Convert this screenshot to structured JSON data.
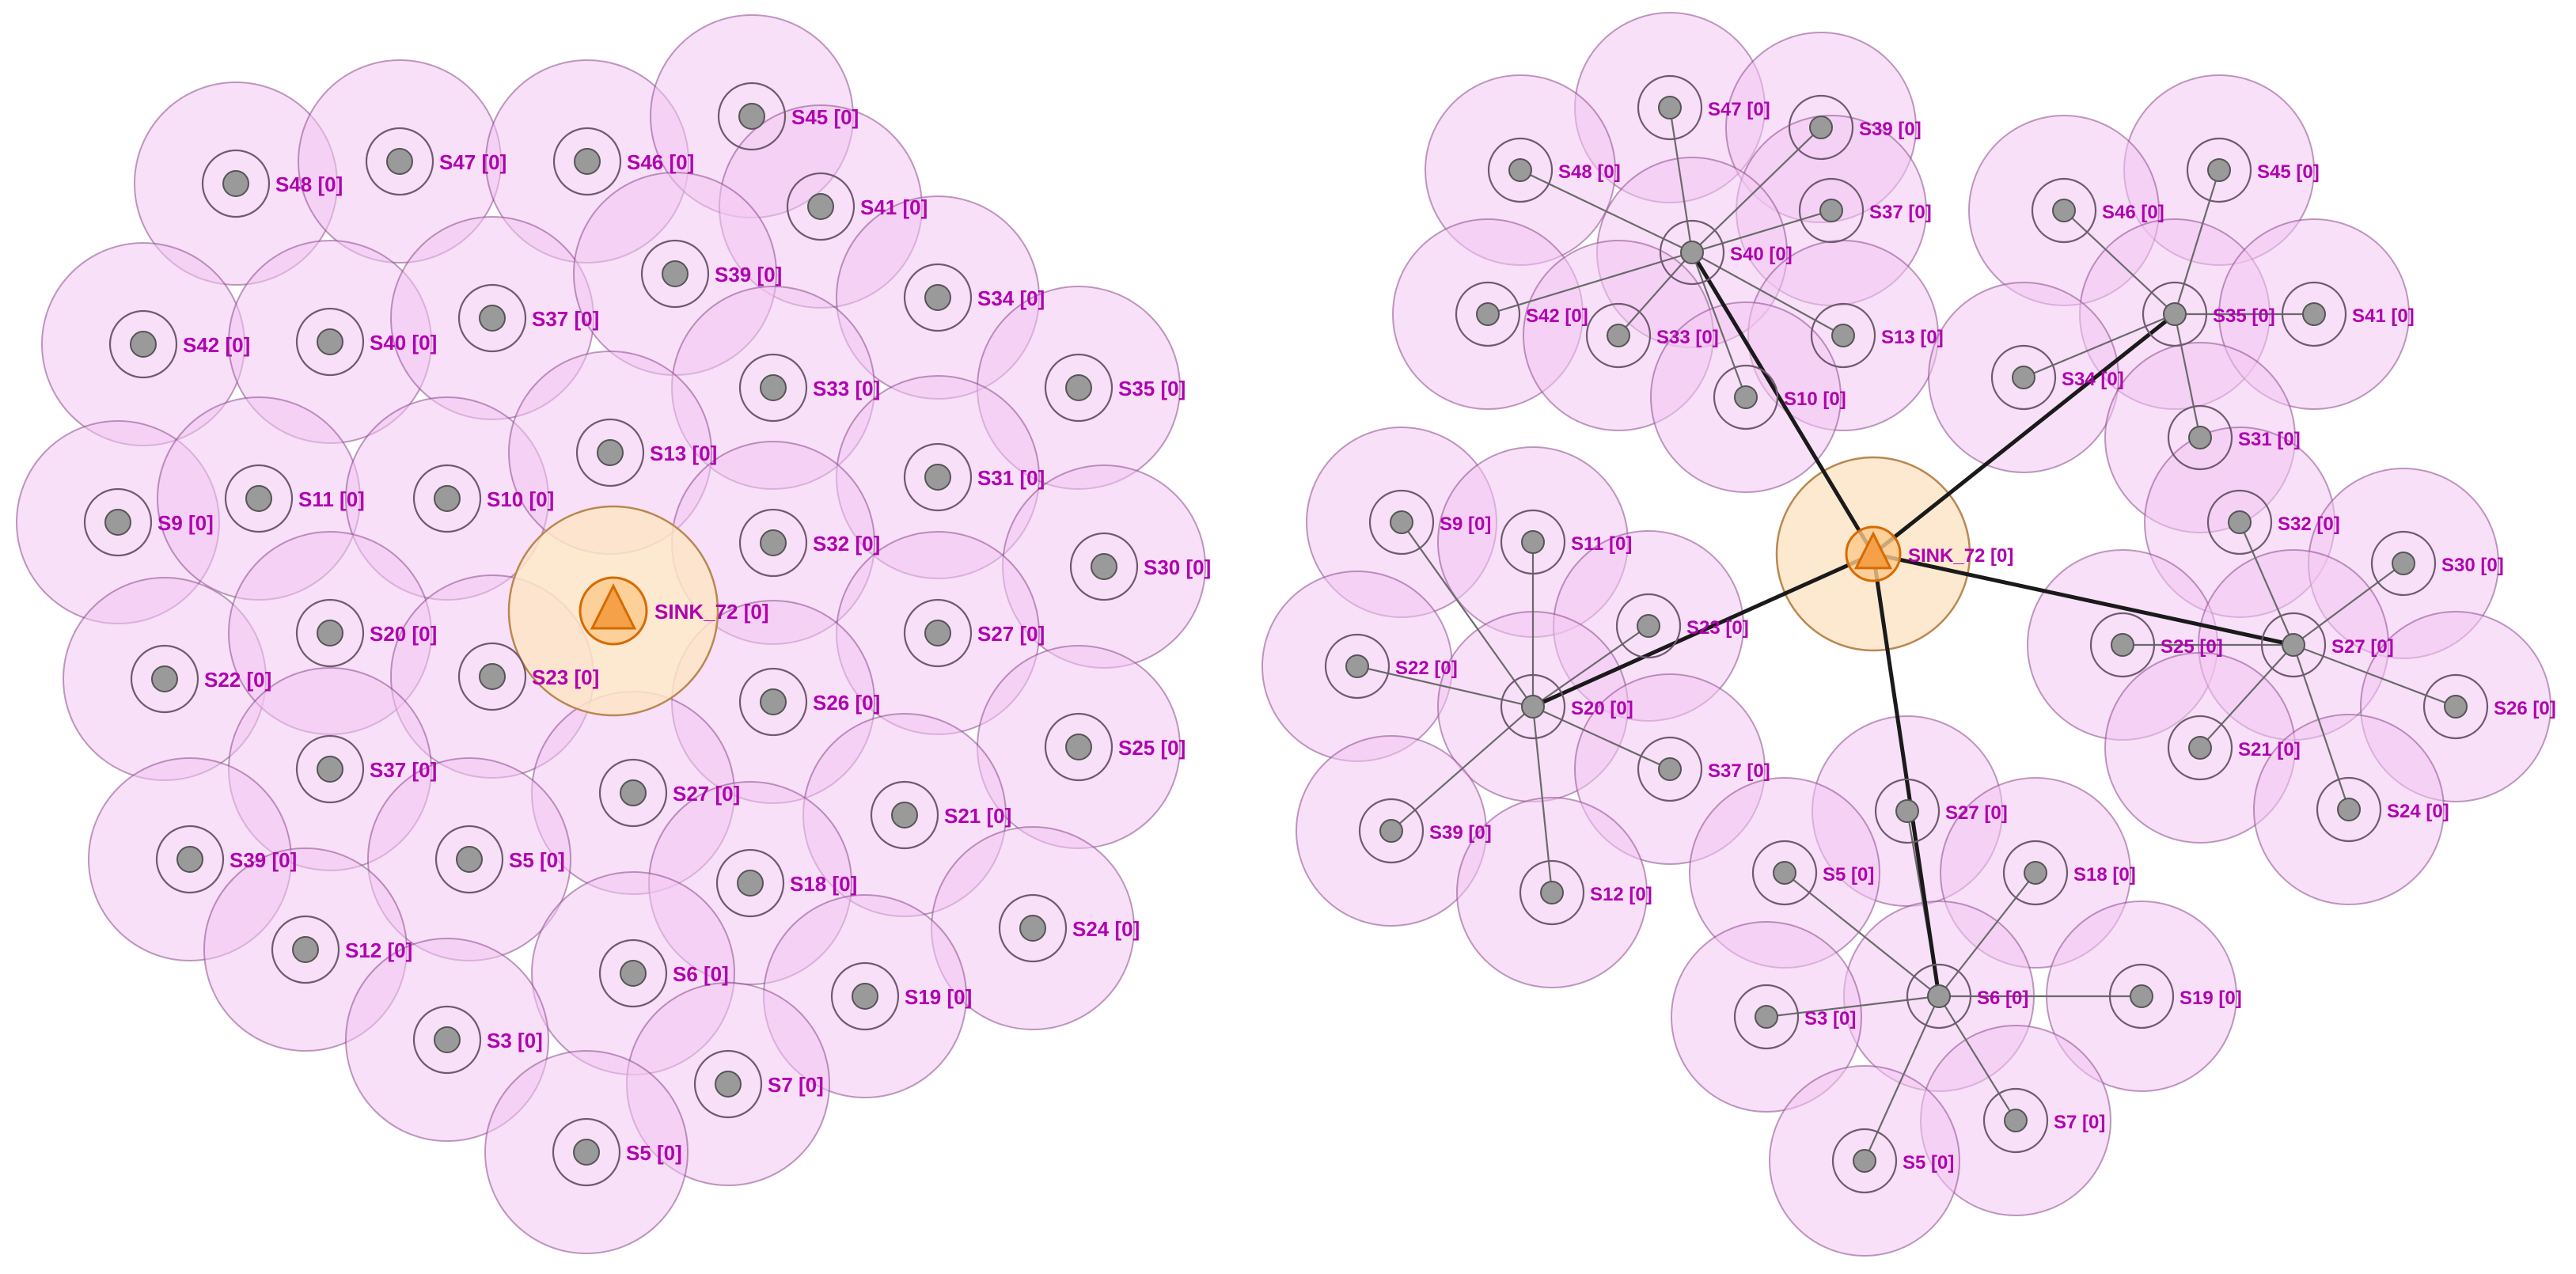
{
  "colors": {
    "range_fill": "#f3c6f3",
    "range_stroke": "#8a4a8a",
    "sensor_node": "#9a9a9a",
    "label": "#b000b0",
    "sink_range_fill": "#fde4c8",
    "sink_range_stroke": "#b98850",
    "sink_node": "#f5a14a",
    "sink_stroke": "#d66a00",
    "link": "#1a1a1a"
  },
  "panels": [
    {
      "name": "left",
      "sink_label": "SINK_72 [0]",
      "nodes": [
        {
          "label": "S48 [0]"
        },
        {
          "label": "S47 [0]"
        },
        {
          "label": "S46 [0]"
        },
        {
          "label": "S45 [0]"
        },
        {
          "label": "S41 [0]"
        },
        {
          "label": "S42 [0]"
        },
        {
          "label": "S40 [0]"
        },
        {
          "label": "S37 [0]"
        },
        {
          "label": "S39 [0]"
        },
        {
          "label": "S34 [0]"
        },
        {
          "label": "S33 [0]"
        },
        {
          "label": "S35 [0]"
        },
        {
          "label": "S9 [0]"
        },
        {
          "label": "S11 [0]"
        },
        {
          "label": "S10 [0]"
        },
        {
          "label": "S13 [0]"
        },
        {
          "label": "S31 [0]"
        },
        {
          "label": "S32 [0]"
        },
        {
          "label": "S30 [0]"
        },
        {
          "label": "S22 [0]"
        },
        {
          "label": "S20 [0]"
        },
        {
          "label": "S23 [0]"
        },
        {
          "label": "S27 [0]"
        },
        {
          "label": "S26 [0]"
        },
        {
          "label": "S25 [0]"
        },
        {
          "label": "S37 [0]"
        },
        {
          "label": "S27 [0]"
        },
        {
          "label": "S21 [0]"
        },
        {
          "label": "S39 [0]"
        },
        {
          "label": "S5 [0]"
        },
        {
          "label": "S18 [0]"
        },
        {
          "label": "S12 [0]"
        },
        {
          "label": "S24 [0]"
        },
        {
          "label": "S6 [0]"
        },
        {
          "label": "S19 [0]"
        },
        {
          "label": "S3 [0]"
        },
        {
          "label": "S7 [0]"
        },
        {
          "label": "S5 [0]"
        }
      ]
    },
    {
      "name": "right",
      "sink_label": "SINK_72 [0]",
      "nodes": [
        {
          "label": "S47 [0]"
        },
        {
          "label": "S39 [0]"
        },
        {
          "label": "S48 [0]"
        },
        {
          "label": "S37 [0]"
        },
        {
          "label": "S40 [0]"
        },
        {
          "label": "S42 [0]"
        },
        {
          "label": "S33 [0]"
        },
        {
          "label": "S13 [0]"
        },
        {
          "label": "S10 [0]"
        },
        {
          "label": "S45 [0]"
        },
        {
          "label": "S46 [0]"
        },
        {
          "label": "S35 [0]"
        },
        {
          "label": "S41 [0]"
        },
        {
          "label": "S34 [0]"
        },
        {
          "label": "S31 [0]"
        },
        {
          "label": "S9 [0]"
        },
        {
          "label": "S11 [0]"
        },
        {
          "label": "S32 [0]"
        },
        {
          "label": "S30 [0]"
        },
        {
          "label": "S23 [0]"
        },
        {
          "label": "S22 [0]"
        },
        {
          "label": "S20 [0]"
        },
        {
          "label": "S25 [0]"
        },
        {
          "label": "S27 [0]"
        },
        {
          "label": "S26 [0]"
        },
        {
          "label": "S21 [0]"
        },
        {
          "label": "S24 [0]"
        },
        {
          "label": "S37 [0]"
        },
        {
          "label": "S39 [0]"
        },
        {
          "label": "S12 [0]"
        },
        {
          "label": "S27 [0]"
        },
        {
          "label": "S5 [0]"
        },
        {
          "label": "S18 [0]"
        },
        {
          "label": "S6 [0]"
        },
        {
          "label": "S19 [0]"
        },
        {
          "label": "S3 [0]"
        },
        {
          "label": "S7 [0]"
        },
        {
          "label": "S5 [0]"
        }
      ],
      "cluster_heads": [
        "S40 [0]",
        "S35 [0]",
        "S20 [0]",
        "S27 [0]",
        "S6 [0]"
      ],
      "clusters": [
        {
          "head": "S40 [0]",
          "members": [
            "S47 [0]",
            "S39 [0]",
            "S48 [0]",
            "S37 [0]",
            "S42 [0]",
            "S33 [0]",
            "S13 [0]",
            "S10 [0]"
          ]
        },
        {
          "head": "S35 [0]",
          "members": [
            "S45 [0]",
            "S46 [0]",
            "S41 [0]",
            "S34 [0]",
            "S31 [0]"
          ]
        },
        {
          "head": "S20 [0]",
          "members": [
            "S9 [0]",
            "S11 [0]",
            "S23 [0]",
            "S22 [0]",
            "S37 [0]",
            "S39 [0]",
            "S12 [0]"
          ]
        },
        {
          "head": "S27 [0]",
          "members": [
            "S32 [0]",
            "S30 [0]",
            "S25 [0]",
            "S26 [0]",
            "S21 [0]",
            "S24 [0]"
          ]
        },
        {
          "head": "S6 [0]",
          "members": [
            "S27 [0]",
            "S5 [0]",
            "S18 [0]",
            "S19 [0]",
            "S3 [0]",
            "S7 [0]",
            "S5 [0]"
          ]
        }
      ]
    }
  ]
}
